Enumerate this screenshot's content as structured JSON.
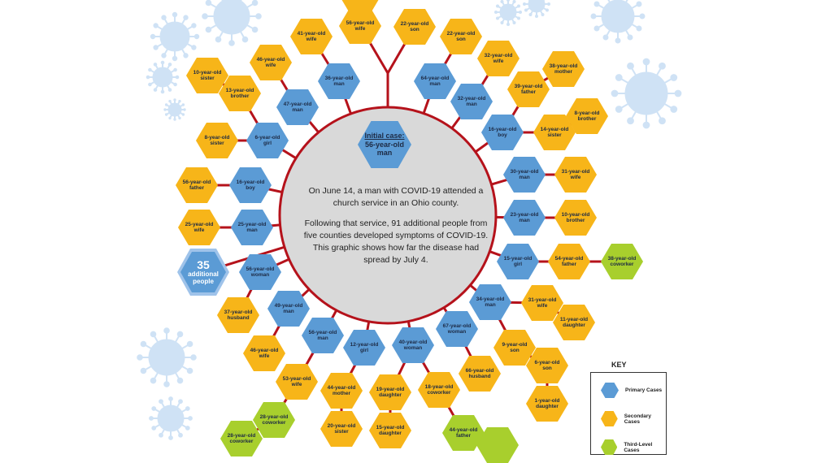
{
  "colors": {
    "primary": "#5b9bd5",
    "secondary": "#f7b519",
    "third": "#a8cf2d",
    "line": "#b5121b",
    "circle": "#d9d9d9"
  },
  "initial_case": {
    "line1": "Initial case:",
    "line2": "56-year-old",
    "line3": "man"
  },
  "additional": {
    "number": "35",
    "line1": "additional",
    "line2": "people"
  },
  "center_text": {
    "para1": "On June 14, a man with COVID-19 attended a church service in an Ohio county.",
    "para2": "Following that service, 91 additional people from five counties developed symptoms of COVID-19. This graphic shows how far the disease had spread by July 4."
  },
  "nodes": [
    {
      "label": "36-year-old man",
      "type": "primary",
      "parent": "circle"
    },
    {
      "label": "47-year-old man",
      "type": "primary",
      "parent": "circle"
    },
    {
      "label": "6-year-old girl",
      "type": "primary",
      "parent": "circle"
    },
    {
      "label": "16-year-old boy",
      "type": "primary",
      "parent": "circle"
    },
    {
      "label": "25-year-old man",
      "type": "primary",
      "parent": "circle"
    },
    {
      "label": "56-year-old woman",
      "type": "primary",
      "parent": "circle"
    },
    {
      "label": "49-year-old man",
      "type": "primary",
      "parent": "circle"
    },
    {
      "label": "56-year-old man",
      "type": "primary",
      "parent": "circle"
    },
    {
      "label": "12-year-old girl",
      "type": "primary",
      "parent": "circle"
    },
    {
      "label": "40-year-old woman",
      "type": "primary",
      "parent": "circle"
    },
    {
      "label": "67-year-old woman",
      "type": "primary",
      "parent": "circle"
    },
    {
      "label": "34-year-old man",
      "type": "primary",
      "parent": "circle"
    },
    {
      "label": "15-year-old girl",
      "type": "primary",
      "parent": "circle"
    },
    {
      "label": "23-year-old man",
      "type": "primary",
      "parent": "circle"
    },
    {
      "label": "30-year-old man",
      "type": "primary",
      "parent": "circle"
    },
    {
      "label": "16-year-old boy",
      "type": "primary",
      "parent": "circle"
    },
    {
      "label": "32-year-old man",
      "type": "primary",
      "parent": "circle"
    },
    {
      "label": "64-year-old man",
      "type": "primary",
      "parent": "circle"
    },
    {
      "label": "56-year-old wife",
      "type": "secondary",
      "parent": "fork"
    },
    {
      "label": "22-year-old son",
      "type": "secondary",
      "parent": "fork"
    },
    {
      "label": "41-year-old wife",
      "type": "secondary",
      "parent": 0
    },
    {
      "label": "46-year-old wife",
      "type": "secondary",
      "parent": 1
    },
    {
      "label": "13-year-old brother",
      "type": "secondary",
      "parent": 2
    },
    {
      "label": "10-year-old sister",
      "type": "secondary",
      "parent": 22
    },
    {
      "label": "8-year-old sister",
      "type": "secondary",
      "parent": 2
    },
    {
      "label": "56-year-old father",
      "type": "secondary",
      "parent": 3
    },
    {
      "label": "25-year-old wife",
      "type": "secondary",
      "parent": 4
    },
    {
      "label": "37-year-old husband",
      "type": "secondary",
      "parent": 5
    },
    {
      "label": "46-year-old wife",
      "type": "secondary",
      "parent": 6
    },
    {
      "label": "53-year-old wife",
      "type": "secondary",
      "parent": 7
    },
    {
      "label": "28-year-old coworker",
      "type": "third",
      "parent": 29
    },
    {
      "label": "28-year-old coworker",
      "type": "third",
      "parent": 30
    },
    {
      "label": "44-year-old mother",
      "type": "secondary",
      "parent": 8
    },
    {
      "label": "20-year-old sister",
      "type": "secondary",
      "parent": 32
    },
    {
      "label": "19-year-old daughter",
      "type": "secondary",
      "parent": 9
    },
    {
      "label": "15-year-old daughter",
      "type": "secondary",
      "parent": 34
    },
    {
      "label": "18-year-old coworker",
      "type": "secondary",
      "parent": 9
    },
    {
      "label": "44-year-old father",
      "type": "third",
      "parent": 36
    },
    {
      "label": "66-year-old husband",
      "type": "secondary",
      "parent": 10
    },
    {
      "label": "31-year-old wife",
      "type": "secondary",
      "parent": 11
    },
    {
      "label": "11-year-old daughter",
      "type": "secondary",
      "parent": 39
    },
    {
      "label": "9-year-old son",
      "type": "secondary",
      "parent": 11
    },
    {
      "label": "6-year-old son",
      "type": "secondary",
      "parent": 41
    },
    {
      "label": "1-year-old daughter",
      "type": "secondary",
      "parent": 42
    },
    {
      "label": "54-year-old father",
      "type": "secondary",
      "parent": 12
    },
    {
      "label": "38-year-old coworker",
      "type": "third",
      "parent": 44
    },
    {
      "label": "10-year-old brother",
      "type": "secondary",
      "parent": 13
    },
    {
      "label": "31-year-old wife",
      "type": "secondary",
      "parent": 14
    },
    {
      "label": "14-year-old sister",
      "type": "secondary",
      "parent": 15
    },
    {
      "label": "8-year-old brother",
      "type": "secondary",
      "parent": 48
    },
    {
      "label": "39-year-old father",
      "type": "secondary",
      "parent": 15
    },
    {
      "label": "38-year-old mother",
      "type": "secondary",
      "parent": 50
    },
    {
      "label": "32-year-old wife",
      "type": "secondary",
      "parent": 16
    },
    {
      "label": "22-year-old son",
      "type": "secondary",
      "parent": 17
    }
  ],
  "key": {
    "title": "KEY",
    "items": [
      {
        "label": "Primary Cases",
        "type": "primary"
      },
      {
        "label": "Secondary Cases",
        "type": "secondary"
      },
      {
        "label": "Third-Level Cases",
        "type": "third"
      }
    ]
  }
}
